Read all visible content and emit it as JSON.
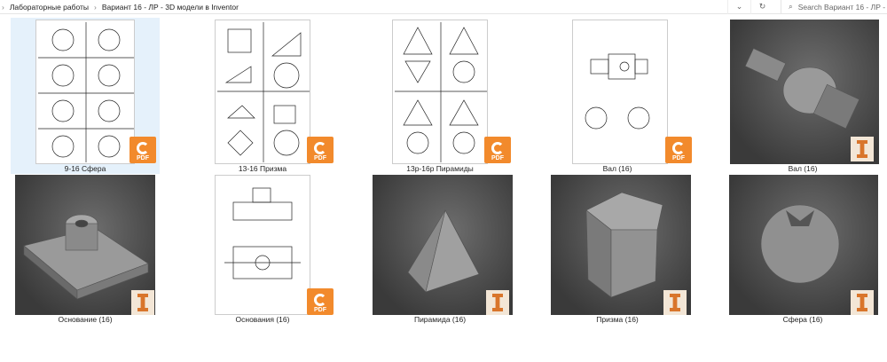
{
  "breadcrumb": {
    "items": [
      "Лабораторные работы",
      "Вариант 16 - ЛР - 3D модели в Inventor"
    ]
  },
  "search": {
    "placeholder": "Search Вариант 16 - ЛР -"
  },
  "files": [
    {
      "name": "9-16 Сфера",
      "type": "pdf"
    },
    {
      "name": "13-16 Призма",
      "type": "pdf"
    },
    {
      "name": "13р-16р Пирамиды",
      "type": "pdf"
    },
    {
      "name": "Вал  (16)",
      "type": "pdf"
    },
    {
      "name": "Вал (16)",
      "type": "inventor"
    },
    {
      "name": "Основание  (16)",
      "type": "inventor"
    },
    {
      "name": "Основания (16)",
      "type": "pdf"
    },
    {
      "name": "Пирамида (16)",
      "type": "inventor"
    },
    {
      "name": "Призма (16)",
      "type": "inventor"
    },
    {
      "name": "Сфера (16)",
      "type": "inventor"
    }
  ],
  "badges": {
    "pdf": "PDF"
  },
  "colors": {
    "selection": "#e5f1fb",
    "pdf": "#f28a2c",
    "inventor": "#d9752b"
  }
}
